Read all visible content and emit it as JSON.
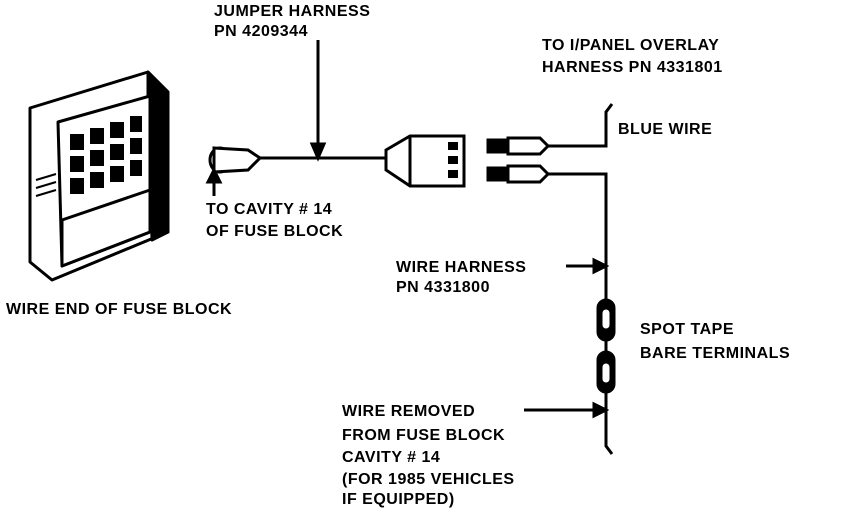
{
  "labels": {
    "jumper_harness": [
      "JUMPER HARNESS",
      "PN 4209344"
    ],
    "ipanel_overlay": [
      "TO I/PANEL OVERLAY",
      "HARNESS PN 4331801"
    ],
    "blue_wire": "BLUE WIRE",
    "to_cavity": [
      "TO CAVITY # 14",
      "OF FUSE BLOCK"
    ],
    "wire_end_fuse_block": "WIRE END OF FUSE BLOCK",
    "wire_harness": [
      "WIRE HARNESS",
      "PN 4331800"
    ],
    "spot_tape": [
      "SPOT TAPE",
      "BARE TERMINALS"
    ],
    "wire_removed": [
      "WIRE REMOVED",
      "FROM FUSE BLOCK",
      "CAVITY # 14",
      "(FOR 1985 VEHICLES",
      "IF EQUIPPED)"
    ]
  },
  "colors": {
    "ink": "#000000",
    "paper": "#ffffff"
  }
}
